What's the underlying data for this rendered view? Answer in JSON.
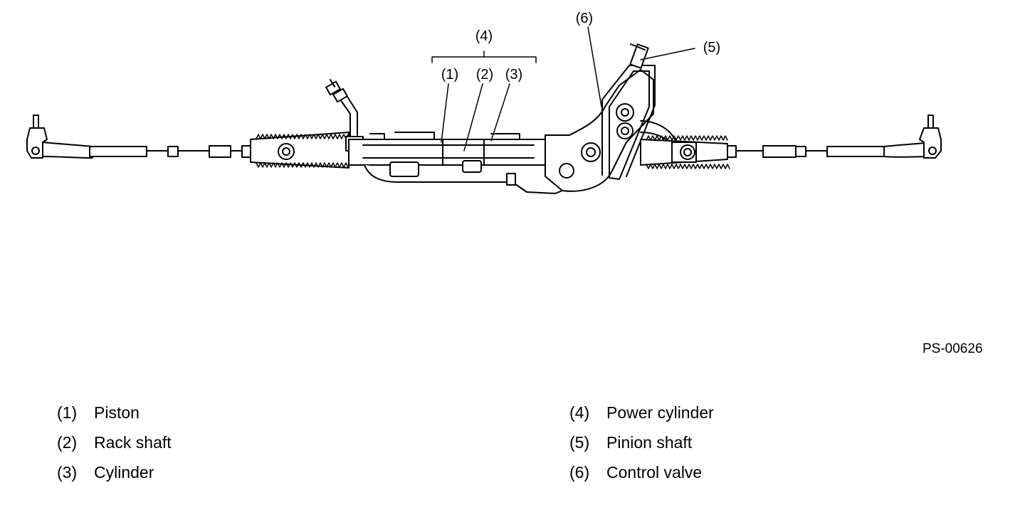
{
  "figure": {
    "callouts": [
      "(1)",
      "(2)",
      "(3)",
      "(4)",
      "(5)",
      "(6)"
    ],
    "code": "PS-00626"
  },
  "legend": {
    "left": [
      {
        "num": "(1)",
        "text": "Piston"
      },
      {
        "num": "(2)",
        "text": "Rack shaft"
      },
      {
        "num": "(3)",
        "text": "Cylinder"
      }
    ],
    "right": [
      {
        "num": "(4)",
        "text": "Power cylinder"
      },
      {
        "num": "(5)",
        "text": "Pinion shaft"
      },
      {
        "num": "(6)",
        "text": "Control valve"
      }
    ]
  }
}
